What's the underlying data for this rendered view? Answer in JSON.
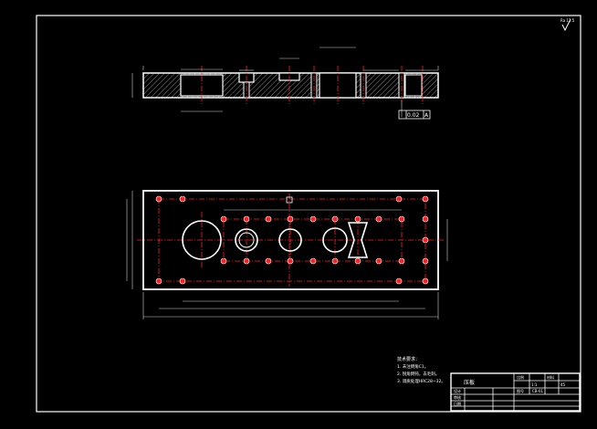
{
  "drawing": {
    "colors": {
      "background": "#000000",
      "outline": "#ffffff",
      "centerline": "#ff2020",
      "hatch": "#8a8a8a",
      "dimension": "#d0d0d0",
      "hole": "#ffffff"
    },
    "corner_mark": "Ra 12.5",
    "section": {
      "flatness": "0.02",
      "datum": "A",
      "tolerance_frame": "// 0.02 A"
    },
    "notes": {
      "title": "技术要求：",
      "lines": [
        "1. 未注倒角C1。",
        "2. 锐角倒钝，去毛刺。",
        "3. 调质处理HRC28~32。"
      ]
    },
    "title_block": {
      "part_name": "压板",
      "scale": "1:1",
      "material": "45",
      "labels": [
        "设计",
        "审核",
        "日期",
        "比例",
        "材料",
        "图号"
      ],
      "drawing_no": "CB-01"
    }
  }
}
